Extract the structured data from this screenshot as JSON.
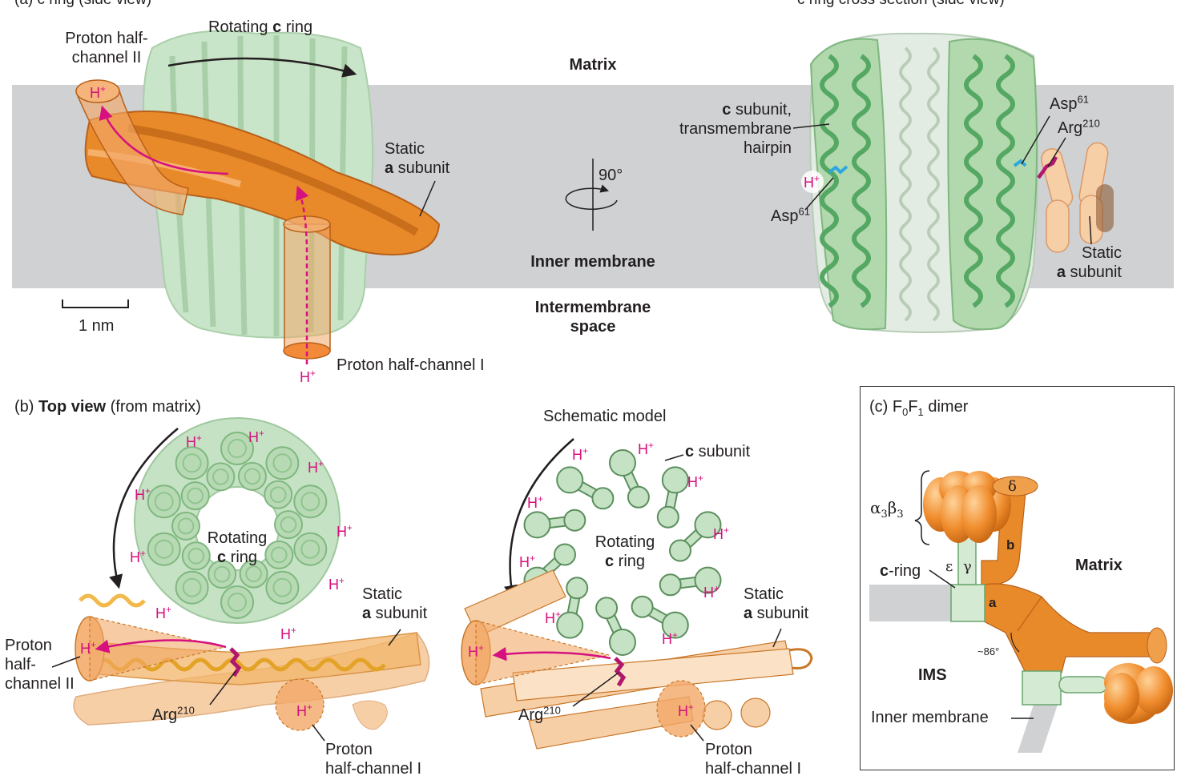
{
  "panel_a": {
    "title_left": "(a) c ring (side view)",
    "title_right": "c ring cross section (side view)",
    "rotating_ring": {
      "pre": "Rotating ",
      "bold": "c",
      "post": " ring"
    },
    "proton_half_channel_ii_line1": "Proton half-",
    "proton_half_channel_ii_line2": "channel II",
    "matrix": "Matrix",
    "inner_membrane": "Inner membrane",
    "ims_line1": "Intermembrane",
    "ims_line2": "space",
    "static_line1": "Static",
    "static_bold": "a",
    "static_rest": " subunit",
    "scale": "1 nm",
    "proton_half_channel_i": "Proton half-channel I",
    "h_plus": "H",
    "plus": "+",
    "rotation": "90°",
    "c_subunit_bold": "c",
    "c_subunit_rest": " subunit,",
    "transmembrane": "transmembrane",
    "hairpin": "hairpin",
    "asp": "Asp",
    "asp_num": "61",
    "arg": "Arg",
    "arg_num": "210"
  },
  "panel_b": {
    "title_prefix": "(b) ",
    "title_bold": "Top view",
    "title_rest": " (from matrix)",
    "rotating": "Rotating",
    "c_ring_bold": "c",
    "c_ring_rest": " ring",
    "static": "Static",
    "a_bold": "a",
    "a_rest": " subunit",
    "proton": "Proton",
    "half": "half-",
    "channel_ii": "channel II",
    "arg": "Arg",
    "arg_num": "210",
    "proton_i_line1": "Proton",
    "proton_i_line2": "half-channel I",
    "schematic_model": "Schematic model",
    "c_subunit_bold": "c",
    "c_subunit_rest": " subunit",
    "h": "H",
    "plus": "+"
  },
  "panel_c": {
    "title_prefix": "(c)  F",
    "sub0": "0",
    "mid": "F",
    "sub1": "1",
    "title_rest": " dimer",
    "alpha_beta": "α",
    "three": "3",
    "beta": "β",
    "delta": "δ",
    "b": "b",
    "a": "a",
    "epsilon": "ε",
    "gamma": "γ",
    "c_ring_bold": "c",
    "c_ring_rest": "-ring",
    "matrix": "Matrix",
    "ims": "IMS",
    "angle": "~86°",
    "inner_membrane": "Inner membrane"
  },
  "colors": {
    "membrane": "#cfd1d3",
    "ring_green": "#c5e3c4",
    "helix_green": "#55a863",
    "orange": "#e98a2a",
    "light_orange": "#f7cfa7",
    "proton_pink": "#d6117f",
    "asp_blue": "#2fa6dd"
  }
}
